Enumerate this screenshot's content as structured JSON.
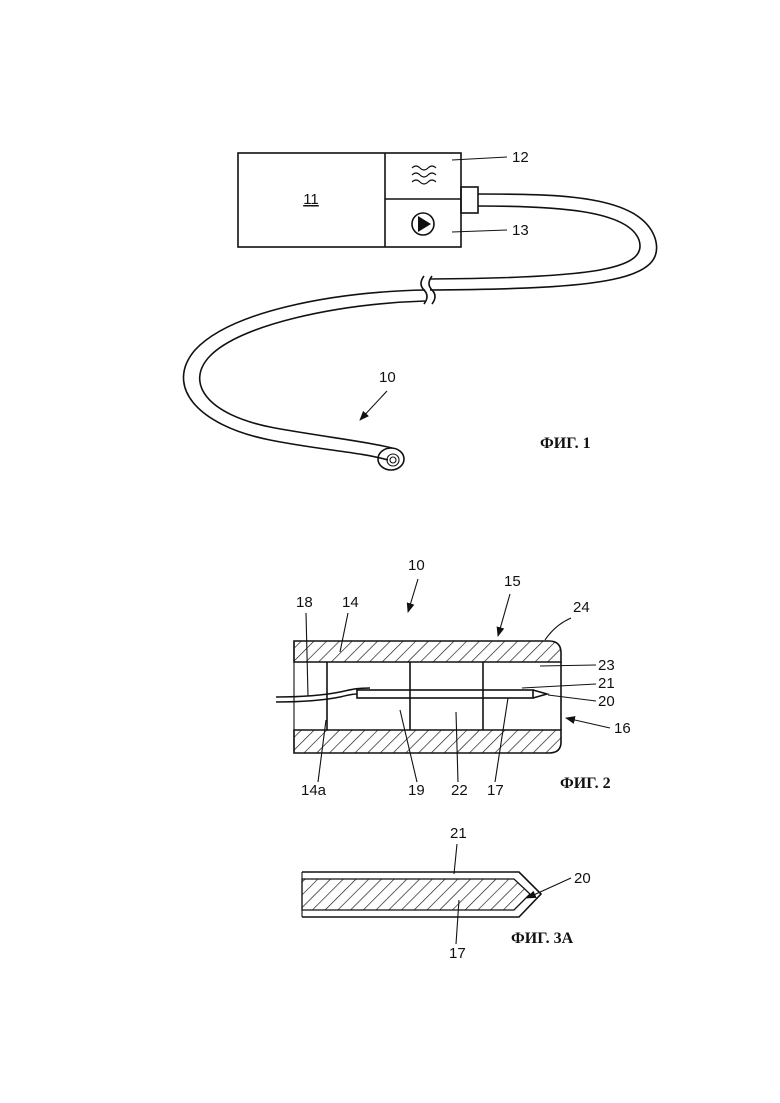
{
  "figures": [
    {
      "caption": "ФИГ. 1",
      "labels": {
        "unit": "11",
        "heater": "12",
        "pump": "13",
        "catheter": "10"
      },
      "icons": [
        "heat-waves-icon",
        "pump-icon"
      ]
    },
    {
      "caption": "ФИГ. 2",
      "labels": {
        "l10": "10",
        "l18": "18",
        "l14": "14",
        "l15": "15",
        "l24": "24",
        "l23": "23",
        "l21": "21",
        "l20": "20",
        "l16": "16",
        "l14a": "14a",
        "l19": "19",
        "l22": "22",
        "l17": "17"
      }
    },
    {
      "caption": "ФИГ. 3А",
      "labels": {
        "l21": "21",
        "l20": "20",
        "l17": "17"
      }
    }
  ]
}
